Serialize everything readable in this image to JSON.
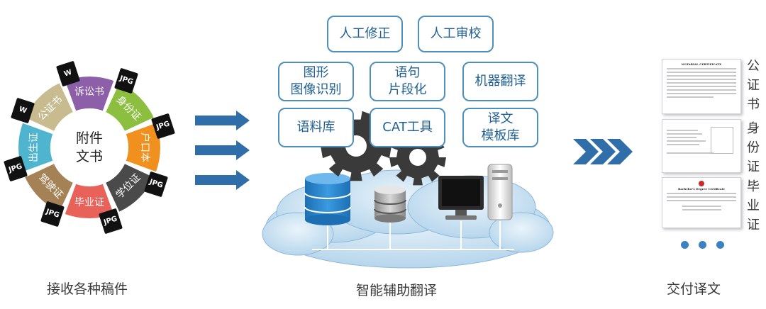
{
  "left": {
    "caption": "接收各种稿件",
    "center_line1": "附件",
    "center_line2": "文书",
    "segments": [
      {
        "label": "诉讼书",
        "color": "#8c5fa8"
      },
      {
        "label": "身份证",
        "color": "#8cbf3f"
      },
      {
        "label": "户口本",
        "color": "#f0901e"
      },
      {
        "label": "学位证",
        "color": "#4a4a4a"
      },
      {
        "label": "毕业证",
        "color": "#e8625a"
      },
      {
        "label": "驾驶证",
        "color": "#a48255"
      },
      {
        "label": "出生证",
        "color": "#4fb5cf"
      },
      {
        "label": "公证书",
        "color": "#c7bb8f"
      }
    ],
    "tags": [
      "W",
      "JPG",
      "JPG",
      "JPG",
      "JPG",
      "JPG",
      "JPG",
      "W"
    ]
  },
  "middle": {
    "caption": "智能辅助翻译",
    "boxes": [
      "人工修正",
      "人工审校",
      "图形\n图像识别",
      "语句\n片段化",
      "机器翻译",
      "语料库",
      "CAT工具",
      "译文\n模板库"
    ],
    "colors": {
      "box_border": "#4d8fbd",
      "box_text": "#1f5f93",
      "arrow": "#2f6ea8",
      "database": "#2a7fc4"
    }
  },
  "right": {
    "caption": "交付译文",
    "docs": [
      {
        "label": "公证书",
        "title": "NOTARIAL CERTIFICATE"
      },
      {
        "label": "身份证",
        "title": ""
      },
      {
        "label": "毕业证",
        "title": "Bachelor's Degree Certificate"
      }
    ]
  }
}
